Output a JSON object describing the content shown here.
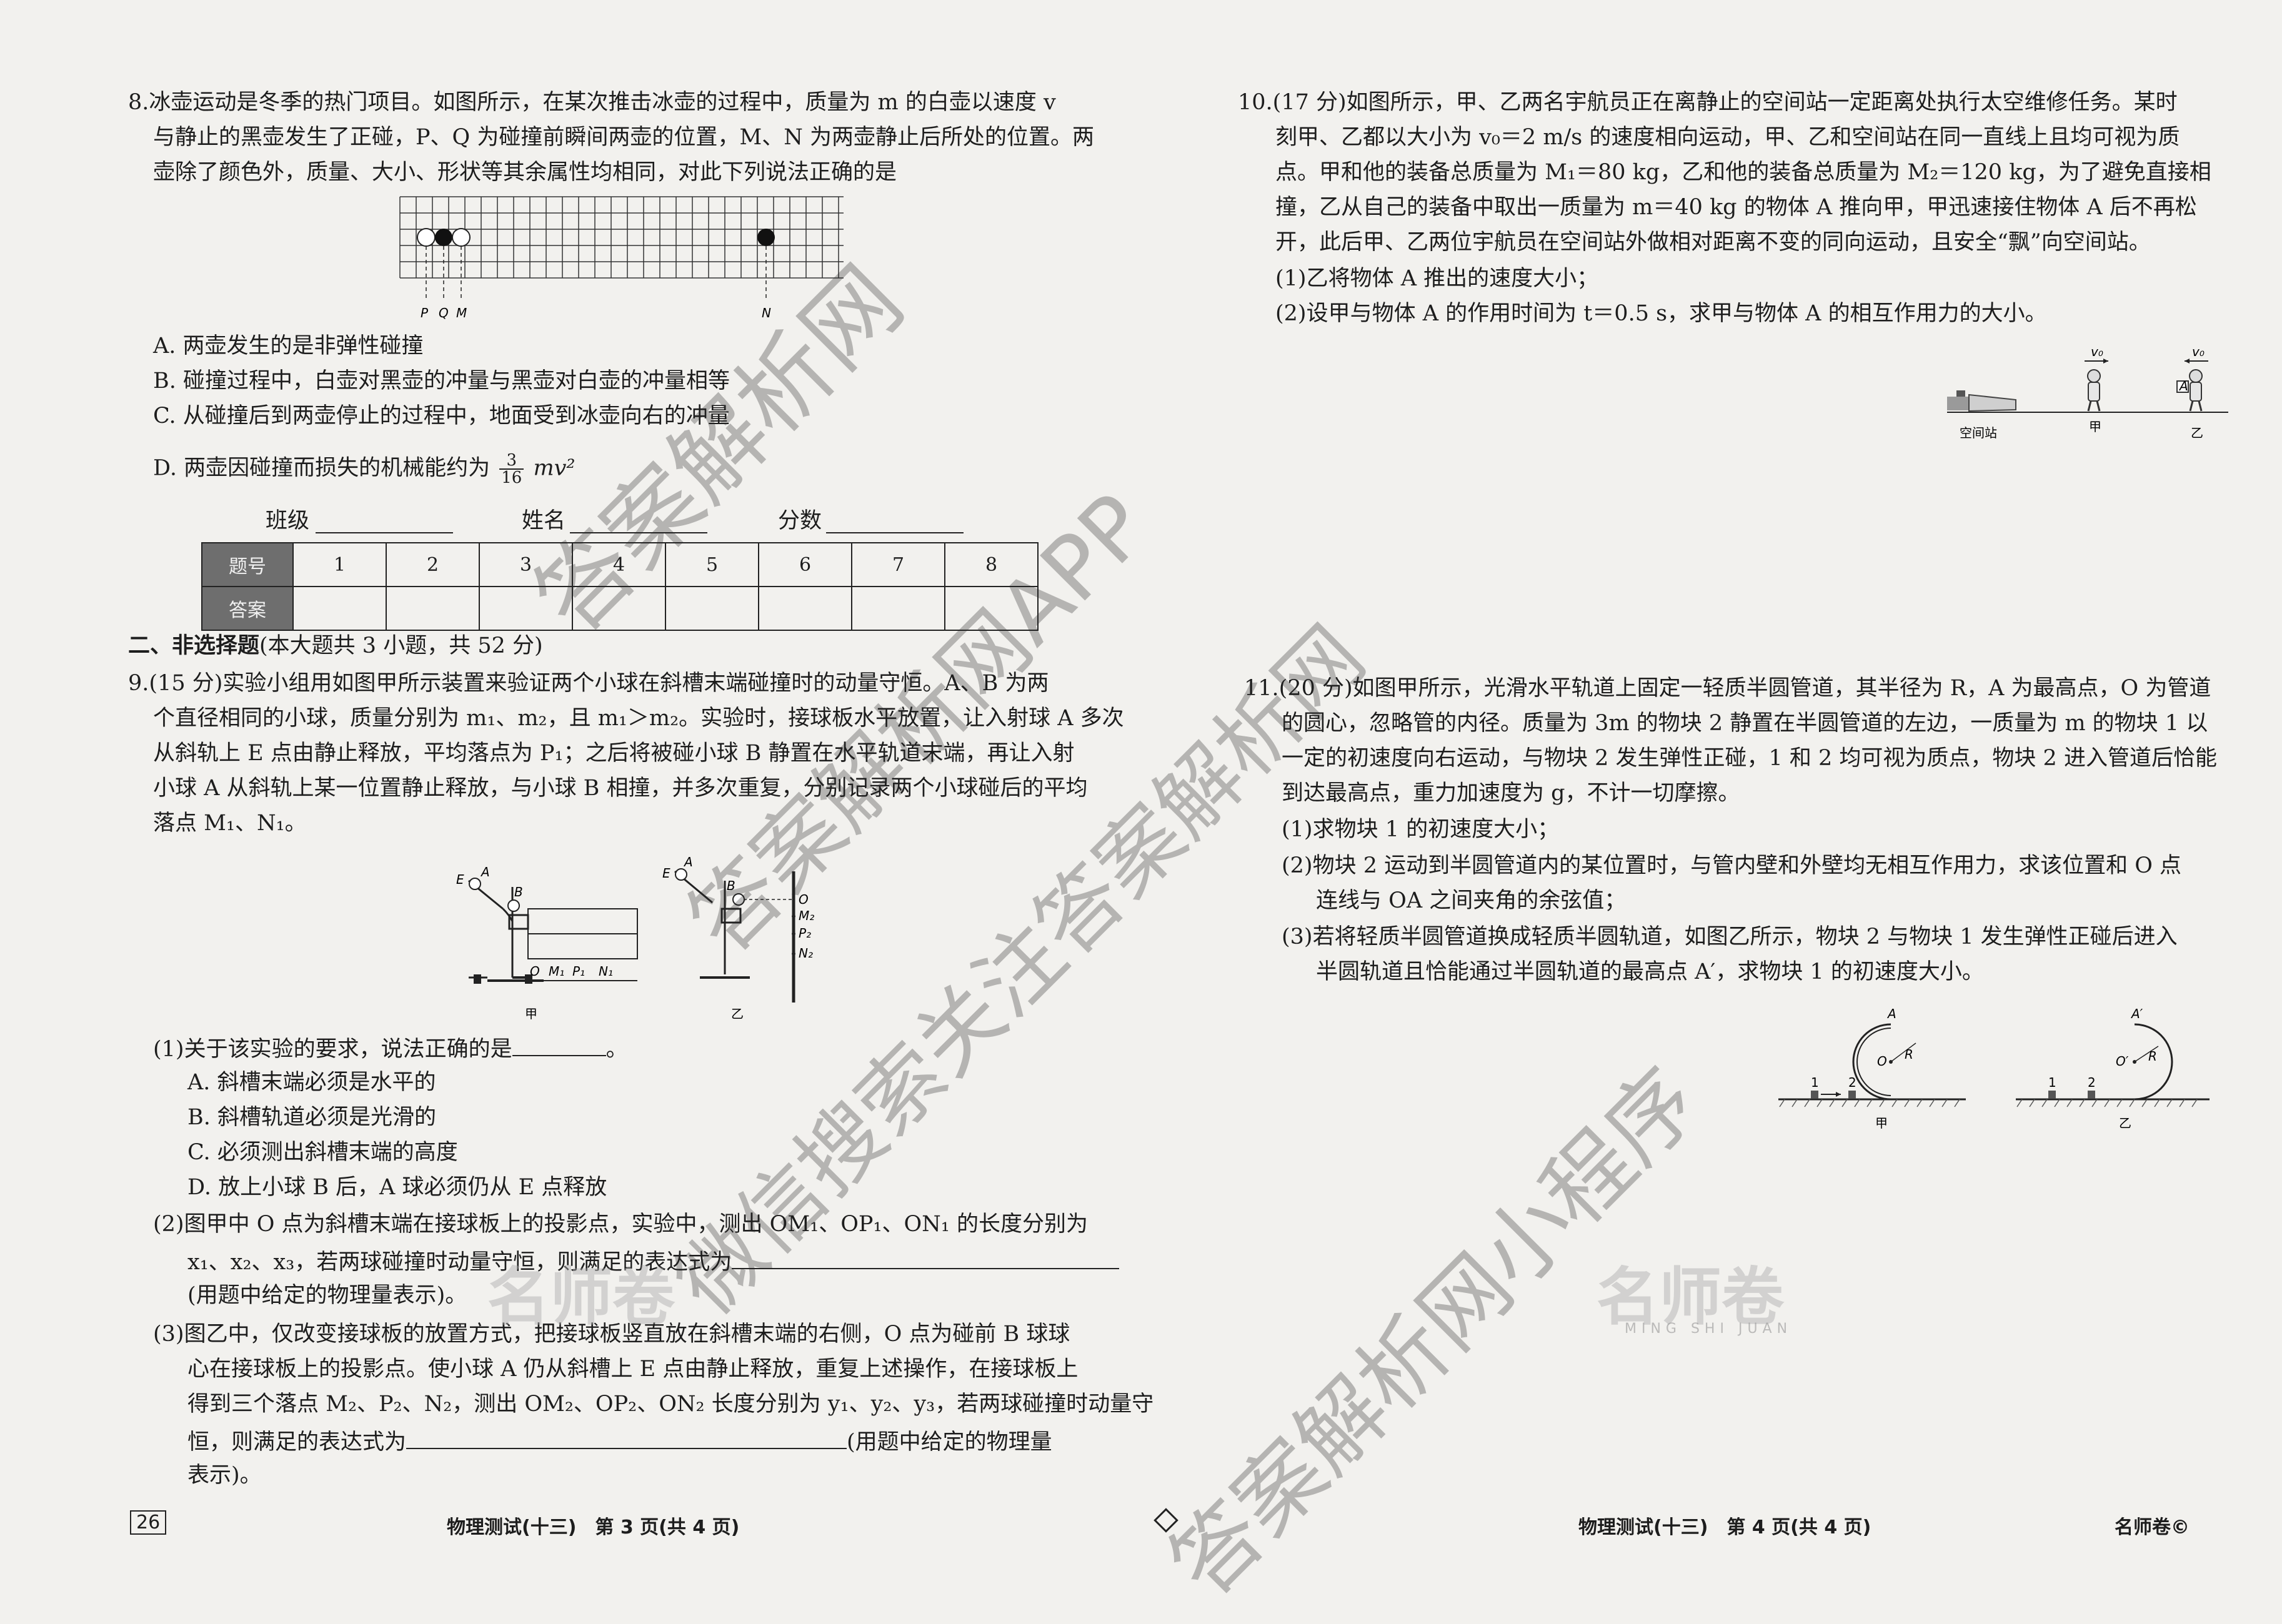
{
  "q8": {
    "l1": "8.冰壶运动是冬季的热门项目。如图所示，在某次推击冰壶的过程中，质量为 m 的白壶以速度 v",
    "l2": "与静止的黑壶发生了正碰，P、Q 为碰撞前瞬间两壶的位置，M、N 为两壶静止后所处的位置。两",
    "l3": "壶除了颜色外，质量、大小、形状等其余属性均相同，对此下列说法正确的是",
    "labels": {
      "p": "P",
      "q": "Q",
      "m": "M",
      "n": "N"
    },
    "opt_a": "A. 两壶发生的是非弹性碰撞",
    "opt_b": "B. 碰撞过程中，白壶对黑壶的冲量与黑壶对白壶的冲量相等",
    "opt_c": "C. 从碰撞后到两壶停止的过程中，地面受到冰壶向右的冲量",
    "opt_d_pre": "D. 两壶因碰撞而损失的机械能约为",
    "opt_d_num": "3",
    "opt_d_den": "16",
    "opt_d_post": "mv²"
  },
  "form": {
    "class_label": "班级",
    "name_label": "姓名",
    "score_label": "分数"
  },
  "answer_table": {
    "row1_head": "题号",
    "row2_head": "答案",
    "numbers": [
      "1",
      "2",
      "3",
      "4",
      "5",
      "6",
      "7",
      "8"
    ]
  },
  "section2": {
    "title": "二、非选择题",
    "desc": "(本大题共 3 小题，共 52 分)"
  },
  "q9": {
    "l1": "9.(15 分)实验小组用如图甲所示装置来验证两个小球在斜槽末端碰撞时的动量守恒。A、B 为两",
    "l2": "个直径相同的小球，质量分别为 m₁、m₂，且 m₁＞m₂。实验时，接球板水平放置，让入射球 A 多次",
    "l3": "从斜轨上 E 点由静止释放，平均落点为 P₁；之后将被碰小球 B 静置在水平轨道末端，再让入射",
    "l4": "小球 A 从斜轨上某一位置静止释放，与小球 B 相撞，并多次重复，分别记录两个小球碰后的平均",
    "l5": "落点 M₁、N₁。",
    "fig": {
      "jia": "甲",
      "yi": "乙",
      "a": "A",
      "e": "E",
      "b": "B",
      "o": "O",
      "m1": "M₁",
      "p1": "P₁",
      "n1": "N₁",
      "m2": "M₂",
      "p2": "P₂",
      "n2": "N₂"
    },
    "p1_text": "(1)关于该实验的要求，说法正确的是",
    "p1_end": "。",
    "opt_a": "A. 斜槽末端必须是水平的",
    "opt_b": "B. 斜槽轨道必须是光滑的",
    "opt_c": "C. 必须测出斜槽末端的高度",
    "opt_d": "D. 放上小球 B 后，A 球必须仍从 E 点释放",
    "p2_l1": "(2)图甲中 O 点为斜槽末端在接球板上的投影点，实验中，测出 OM₁、OP₁、ON₁ 的长度分别为",
    "p2_l2": "x₁、x₂、x₃，若两球碰撞时动量守恒，则满足的表达式为",
    "p2_l3": "(用题中给定的物理量表示)。",
    "p3_l1": "(3)图乙中，仅改变接球板的放置方式，把接球板竖直放在斜槽末端的右侧，O 点为碰前 B 球球",
    "p3_l2": "心在接球板上的投影点。使小球 A 仍从斜槽上 E 点由静止释放，重复上述操作，在接球板上",
    "p3_l3": "得到三个落点 M₂、P₂、N₂，测出 OM₂、OP₂、ON₂ 长度分别为 y₁、y₂、y₃，若两球碰撞时动量守",
    "p3_l4_pre": "恒，则满足的表达式为",
    "p3_l4_post": "(用题中给定的物理量",
    "p3_l5": "表示)。"
  },
  "q10": {
    "l1": "10.(17 分)如图所示，甲、乙两名宇航员正在离静止的空间站一定距离处执行太空维修任务。某时",
    "l2": "刻甲、乙都以大小为 v₀＝2 m/s 的速度相向运动，甲、乙和空间站在同一直线上且均可视为质",
    "l3": "点。甲和他的装备总质量为 M₁＝80 kg，乙和他的装备总质量为 M₂＝120 kg，为了避免直接相",
    "l4": "撞，乙从自己的装备中取出一质量为 m＝40 kg 的物体 A 推向甲，甲迅速接住物体 A 后不再松",
    "l5": "开，此后甲、乙两位宇航员在空间站外做相对距离不变的同向运动，且安全“飘”向空间站。",
    "p1": "(1)乙将物体 A 推出的速度大小；",
    "p2": "(2)设甲与物体 A 的作用时间为 t＝0.5 s，求甲与物体 A 的相互作用力的大小。",
    "fig": {
      "station": "空间站",
      "jia": "甲",
      "yi": "乙",
      "v0a": "v₀",
      "v0b": "v₀",
      "a": "A"
    }
  },
  "q11": {
    "l1": "11.(20 分)如图甲所示，光滑水平轨道上固定一轻质半圆管道，其半径为 R，A 为最高点，O 为管道",
    "l2": "的圆心，忽略管的内径。质量为 3m 的物块 2 静置在半圆管道的左边，一质量为 m 的物块 1 以",
    "l3": "一定的初速度向右运动，与物块 2 发生弹性正碰，1 和 2 均可视为质点，物块 2 进入管道后恰能",
    "l4": "到达最高点，重力加速度为 g，不计一切摩擦。",
    "p1": "(1)求物块 1 的初速度大小；",
    "p2_l1": "(2)物块 2 运动到半圆管道内的某位置时，与管内壁和外壁均无相互作用力，求该位置和 O 点",
    "p2_l2": "连线与 OA 之间夹角的余弦值；",
    "p3_l1": "(3)若将轻质半圆管道换成轻质半圆轨道，如图乙所示，物块 2 与物块 1 发生弹性正碰后进入",
    "p3_l2": "半圆轨道且恰能通过半圆轨道的最高点 A′，求物块 1 的初速度大小。",
    "fig": {
      "a": "A",
      "o": "O",
      "r": "R",
      "b1": "1",
      "b2": "2",
      "a2": "A′",
      "o2": "O′",
      "r2": "R",
      "c1": "1",
      "c2": "2",
      "jia": "甲",
      "yi": "乙"
    }
  },
  "footer": {
    "page_no": "26",
    "left_text": "物理测试(十三)　第 3 页(共 4 页)",
    "right_text": "物理测试(十三)　第 4 页(共 4 页)",
    "brand": "名师卷©"
  },
  "watermarks": {
    "w1": "答案解析网",
    "w2": "答案解析网APP",
    "w3": "微信搜索关注答案解析网",
    "w4": "答案解析网小程序"
  },
  "logos": {
    "text": "名师卷",
    "sub": "MING SHI JUAN"
  }
}
